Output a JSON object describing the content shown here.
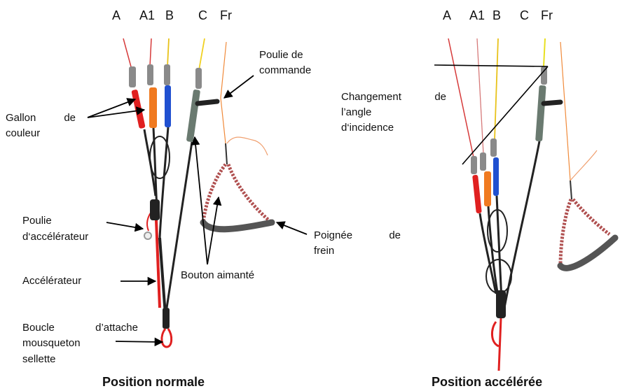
{
  "left_headers": [
    "A",
    "A1",
    "B",
    "C",
    "Fr"
  ],
  "right_headers": [
    "A",
    "A1",
    "B",
    "C",
    "Fr"
  ],
  "labels": {
    "poulie_commande_1": "Poulie de",
    "poulie_commande_2": "commande",
    "changement_1a": "Changement",
    "changement_1b": "de",
    "changement_2": "l’angle",
    "changement_3": "d‘incidence",
    "gallon_1a": "Gallon",
    "gallon_1b": "de",
    "gallon_2": "couleur",
    "poulie_acc_1": "Poulie",
    "poulie_acc_2": "d‘accélérateur",
    "poignee_1a": "Poignée",
    "poignee_1b": "de",
    "poignee_2": "frein",
    "accelerateur": "Accélérateur",
    "bouton": "Bouton aimanté",
    "boucle_1a": "Boucle",
    "boucle_1b": "d’attache",
    "boucle_2": "mousqueton",
    "boucle_3": "sellette"
  },
  "captions": {
    "left": "Position normale",
    "right": "Position accélérée"
  }
}
